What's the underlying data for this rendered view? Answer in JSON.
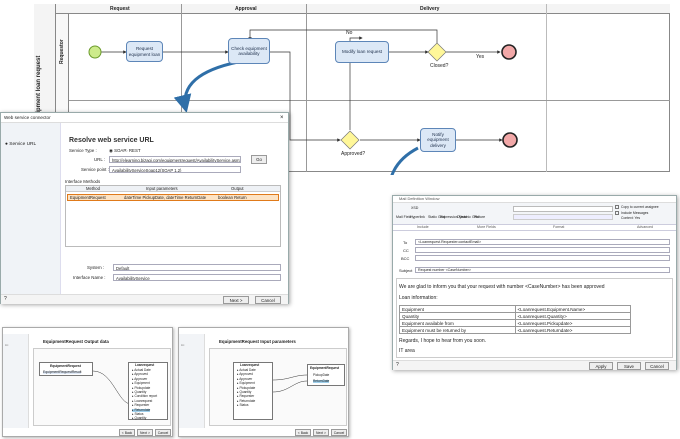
{
  "bpmn": {
    "lanes": [
      "Request",
      "Approval",
      "Delivery"
    ],
    "pool_label": "quipment loan request",
    "role_label": "Requestor",
    "tasks": {
      "request": "Request equipment loan",
      "check": "Check equipment availability",
      "modify": "Modify loan request",
      "notify": "Notify equipment delivery"
    },
    "flow_labels": {
      "no": "No",
      "yes": "Yes",
      "closed": "Closed?",
      "approved": "Approved?"
    }
  },
  "ws_dialog": {
    "window_title": "Web service connector",
    "sidebar_item": "Service URL",
    "heading": "Resolve web service URL",
    "service_type_label": "Service Type :",
    "soap": "SOAP",
    "rest": "REST",
    "url_label": "URL :",
    "url_value": "http://elearning.bizagi.com/equipmentrequest/AvailabilityService.asmx",
    "go": "Go",
    "service_point_label": "Service point :",
    "service_point_value": "AvailabilityServiceSoap12(SOAP 1.2)",
    "methods_label": "Interface Methods",
    "columns": [
      "Method",
      "Input parameters",
      "Output"
    ],
    "row": [
      "EquipmentRequest",
      "dateTime PickupDate, dateTime ReturnDate",
      "boolean Return"
    ],
    "system_label": "System :",
    "system_value": "Default",
    "interface_label": "Interface Name :",
    "interface_value": "AvailabilityService",
    "next": "Next >",
    "cancel": "Cancel"
  },
  "mail_dialog": {
    "window_title": "Mail Definition Window",
    "toolbar": [
      "Mail Field",
      "XSD",
      "Hyperlink",
      "Static Grid",
      "Expression Field",
      "Dynamic Grid",
      "Picture"
    ],
    "opts": [
      "Copy to current assignee",
      "Include Messages",
      "Context: Yes"
    ],
    "tabs": [
      "Include",
      "More Fields",
      "Format",
      "Advanced"
    ],
    "to_label": "To",
    "to_value": "<Loanrequest.Requester.contactEmail>",
    "cc_label": "CC",
    "bcc_label": "BCC",
    "subject_label": "Subject",
    "subject_value": "Request number <CaseNumber>",
    "body1": "We are glad to inform you that your request with number <CaseNumber> has been approved",
    "body2": "Loan information:",
    "loan_rows": [
      [
        "Equipment",
        "<Loanrequest.Equipment.Name>"
      ],
      [
        "Quantity",
        "<Loanrequest.Quantity>"
      ],
      [
        "Equipment available from",
        "<Loanrequest.Pickupdate>"
      ],
      [
        "Equipment must be returned by",
        "<Loanrequest.Returndate>"
      ]
    ],
    "body3": "Regards, I hope to hear from you soon.",
    "body4": "IT area",
    "apply": "Apply",
    "save": "Save",
    "cancel": "Cancel"
  },
  "output_dialog": {
    "title": "EquipmentRequest Output data",
    "left_root": "EquipmentRequest",
    "left_item": "EquipmentRequestResult",
    "tree_root": "Loanrequest",
    "tree_items": [
      "Actual Date",
      "Approved",
      "Approver",
      "Equipment",
      "Pickupdate",
      "Quantity",
      "Condition report",
      "Loanrequest",
      "Requester",
      "Returndate",
      "Status",
      "Quantity"
    ],
    "back": "< Back",
    "next": "Next >",
    "cancel": "Cancel"
  },
  "input_dialog": {
    "title": "EquipmentRequest Input parameters",
    "tree_root": "Loanrequest",
    "tree_items": [
      "Actual Date",
      "Approved",
      "Approver",
      "Equipment",
      "Pickupdate",
      "Quantity",
      "Requester",
      "Returndate",
      "Status"
    ],
    "right_root": "EquipmentRequest",
    "right_items": [
      "PickupDate",
      "ReturnDate"
    ],
    "back": "< Back",
    "next": "Next >",
    "cancel": "Cancel"
  }
}
